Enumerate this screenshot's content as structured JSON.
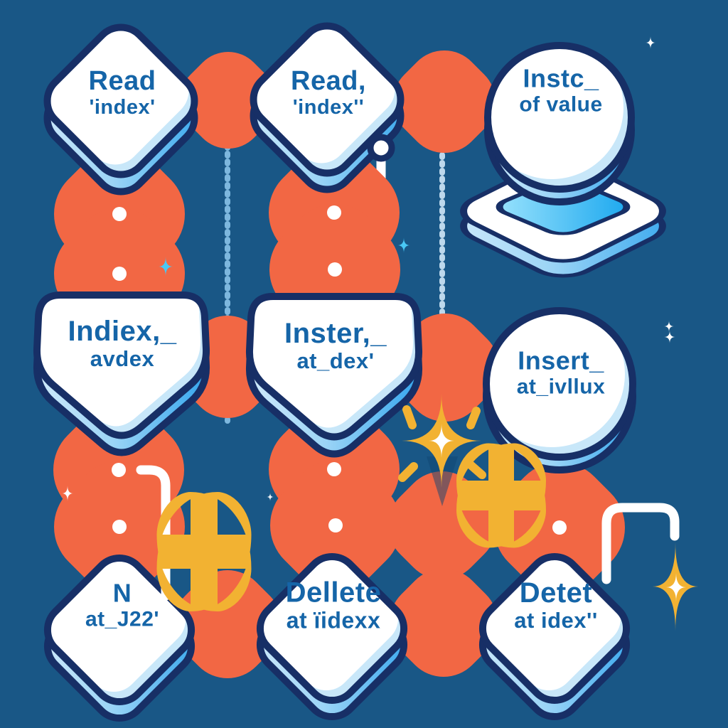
{
  "illustration": {
    "title": "array-operations flowchart illustration",
    "background_color": "#195786",
    "palette": {
      "node_face": "#ffffff",
      "node_side_light": "#cfeafb",
      "node_side_bright": "#36a7ee",
      "outline_navy": "#172f66",
      "label_blue": "#1565a8",
      "connector_orange": "#f26744",
      "connector_white": "#ffffff",
      "sparkle_yellow": "#f2b232",
      "sparkle_cyan": "#49c8f5",
      "platform_cyan": "#16a5ee"
    },
    "nodes": [
      {
        "id": "read-index-1",
        "shape": "rounded-diamond",
        "line1": "Read",
        "line2": "'index'"
      },
      {
        "id": "read-index-2",
        "shape": "rounded-diamond",
        "line1": "Read,",
        "line2": "'index''"
      },
      {
        "id": "instc-of-value",
        "shape": "circle-on-platform",
        "line1": "Instc_",
        "line2": "of value"
      },
      {
        "id": "indiex-avdex",
        "shape": "rounded-pentagon",
        "line1": "Indiex,_",
        "line2": "avdex"
      },
      {
        "id": "inster-at-dex",
        "shape": "rounded-pentagon",
        "line1": "Inster,_",
        "line2": "at_dex'"
      },
      {
        "id": "insert-at-ivllux",
        "shape": "circle",
        "line1": "Insert_",
        "line2": "at_ivllux"
      },
      {
        "id": "n-at-j22",
        "shape": "rounded-diamond",
        "line1": "N",
        "line2": "at_J22'"
      },
      {
        "id": "dellete-at-iidexx",
        "shape": "rounded-diamond",
        "line1": "Dellete",
        "line2": "at ïidexx"
      },
      {
        "id": "detet-at-idex",
        "shape": "rounded-diamond",
        "line1": "Detet",
        "line2": "at idex''"
      }
    ]
  }
}
